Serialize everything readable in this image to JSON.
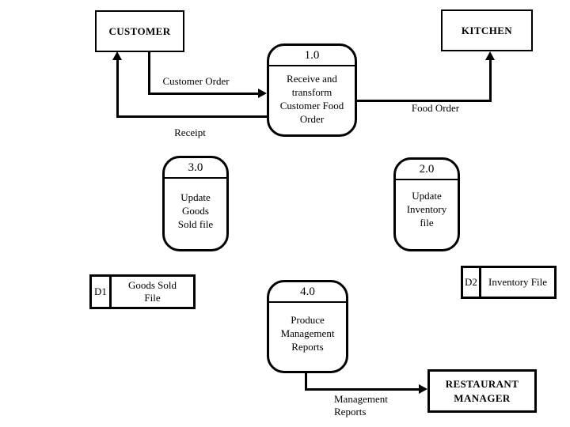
{
  "diagram": {
    "background_color": "#ffffff",
    "line_color": "#000000",
    "entities": {
      "customer": {
        "label": "CUSTOMER"
      },
      "kitchen": {
        "label": "KITCHEN"
      },
      "restaurant_manager": {
        "lines": [
          "RESTAURANT",
          "MANAGER"
        ]
      }
    },
    "processes": {
      "p1": {
        "number": "1.0",
        "lines": [
          "Receive and",
          "transform",
          "Customer Food",
          "Order"
        ]
      },
      "p2": {
        "number": "2.0",
        "lines": [
          "Update",
          "Inventory",
          "file"
        ]
      },
      "p3": {
        "number": "3.0",
        "lines": [
          "Update",
          "Goods",
          "Sold file"
        ]
      },
      "p4": {
        "number": "4.0",
        "lines": [
          "Produce",
          "Management",
          "Reports"
        ]
      }
    },
    "data_stores": {
      "d1": {
        "id": "D1",
        "lines": [
          "Goods Sold",
          "File"
        ]
      },
      "d2": {
        "id": "D2",
        "lines": [
          "Inventory File"
        ]
      }
    },
    "flows": {
      "customer_order": {
        "label": "Customer Order"
      },
      "receipt": {
        "label": "Receipt"
      },
      "food_order": {
        "label": "Food Order"
      },
      "management_reports": {
        "lines": [
          "Management",
          "Reports"
        ]
      }
    }
  }
}
